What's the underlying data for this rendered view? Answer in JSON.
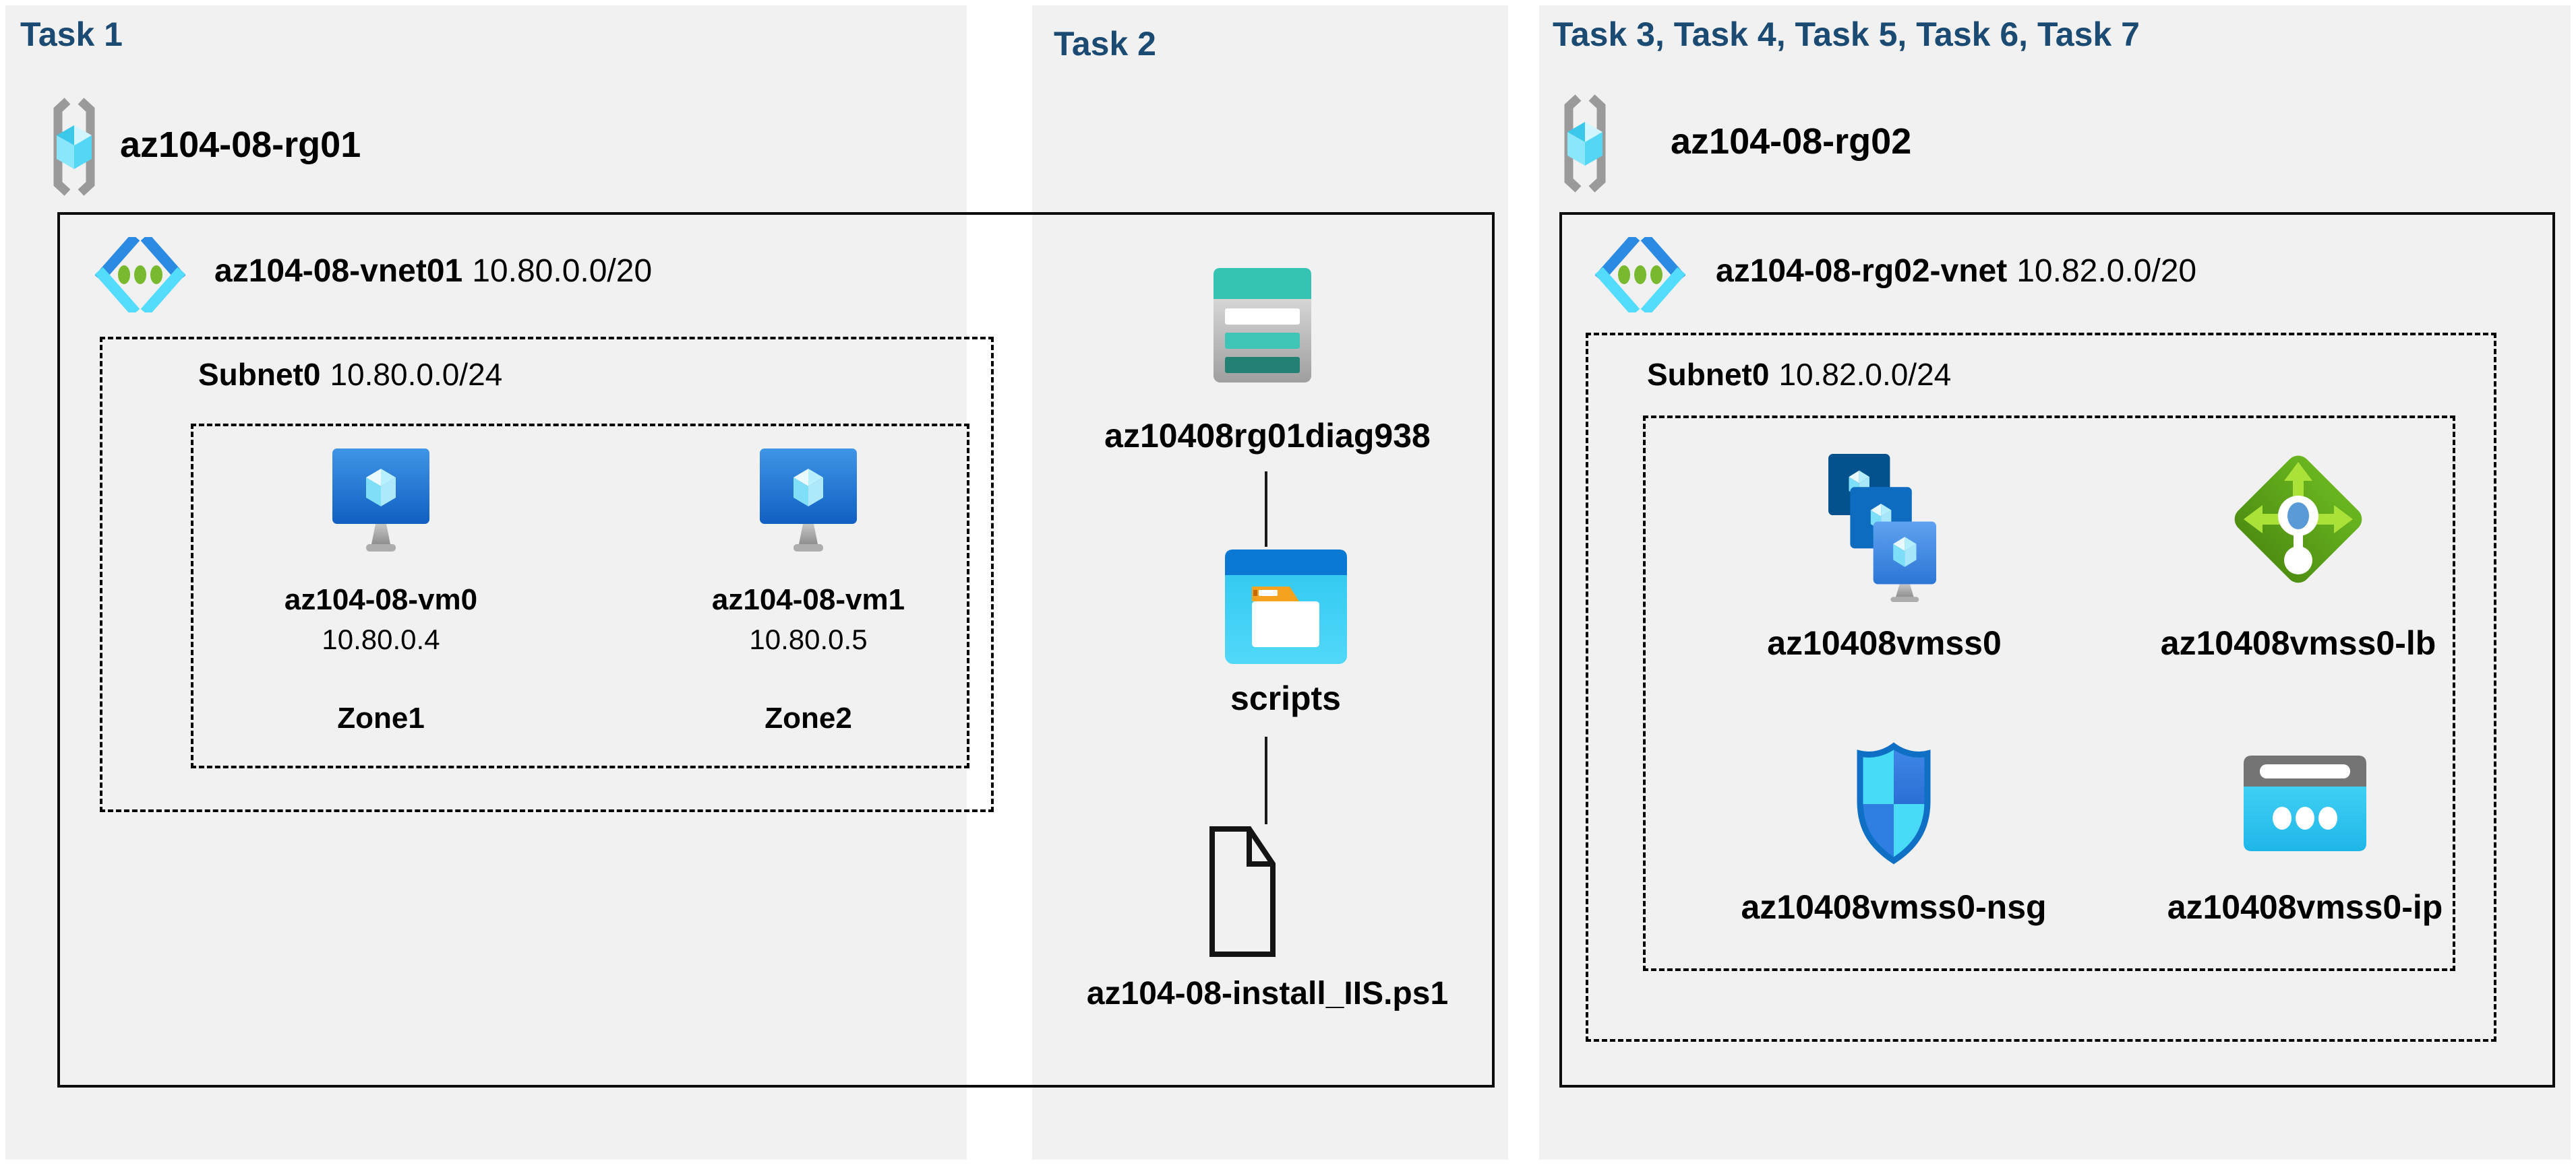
{
  "colors": {
    "header_text": "#1b4a72",
    "panel_background": "#f1f1f1",
    "canvas_background": "#ffffff",
    "label_text": "#000000",
    "border": "#000000",
    "vm_blue": "#2f86dd",
    "storage_teal": "#35c3b2",
    "lb_green": "#5da81c",
    "nsg_blue": "#2f7fe2",
    "ip_cyan": "#2fc9f2"
  },
  "icons": {
    "resource_group": "resource-group-icon",
    "virtual_network": "virtual-network-icon",
    "virtual_machine": "virtual-machine-icon",
    "storage_account": "storage-account-icon",
    "blob_container": "blob-container-icon",
    "powershell_file": "script-file-icon",
    "vm_scale_set": "vm-scale-set-icon",
    "load_balancer": "load-balancer-icon",
    "network_security_group": "nsg-icon",
    "public_ip": "public-ip-icon"
  },
  "panels": [
    {
      "title": "Task 1",
      "resource_group": {
        "name": "az104-08-rg01"
      },
      "vnet": {
        "name": "az104-08-vnet01",
        "cidr": "10.80.0.0/20"
      },
      "subnet": {
        "name": "Subnet0",
        "cidr": "10.80.0.0/24"
      },
      "vms": [
        {
          "name": "az104-08-vm0",
          "ip": "10.80.0.4",
          "zone": "Zone1"
        },
        {
          "name": "az104-08-vm1",
          "ip": "10.80.0.5",
          "zone": "Zone2"
        }
      ]
    },
    {
      "title": "Task 2",
      "storage_account": {
        "name": "az10408rg01diag938"
      },
      "container": {
        "name": "scripts"
      },
      "script_file": {
        "name": "az104-08-install_IIS.ps1"
      }
    },
    {
      "title": "Task 3, Task 4, Task 5, Task 6, Task 7",
      "resource_group": {
        "name": "az104-08-rg02"
      },
      "vnet": {
        "name": "az104-08-rg02-vnet",
        "cidr": "10.82.0.0/20"
      },
      "subnet": {
        "name": "Subnet0",
        "cidr": "10.82.0.0/24"
      },
      "resources": [
        {
          "name": "az10408vmss0",
          "type": "vm-scale-set"
        },
        {
          "name": "az10408vmss0-lb",
          "type": "load-balancer"
        },
        {
          "name": "az10408vmss0-nsg",
          "type": "network-security-group"
        },
        {
          "name": "az10408vmss0-ip",
          "type": "public-ip"
        }
      ]
    }
  ]
}
